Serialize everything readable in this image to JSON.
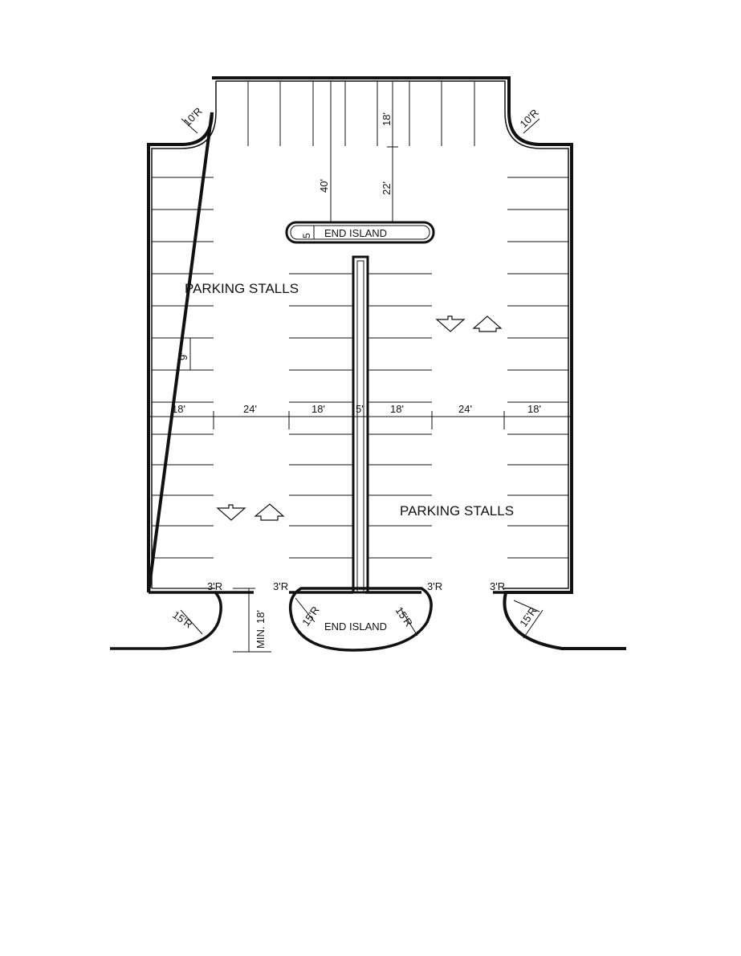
{
  "labels": {
    "parking_stalls_left": "PARKING STALLS",
    "parking_stalls_right": "PARKING STALLS",
    "end_island_top": "END ISLAND",
    "end_island_bottom": "END ISLAND"
  },
  "dimensions": {
    "radius_top_left": "10'R",
    "radius_top_right": "10'R",
    "stall_length_top": "18'",
    "depth_40": "40'",
    "aisle_22": "22'",
    "island_width_5": "5",
    "stall_width_9": "9'",
    "row_18a": "18'",
    "row_24a": "24'",
    "row_18b": "18'",
    "row_5": "5'",
    "row_18c": "18'",
    "row_24b": "24'",
    "row_18d": "18'",
    "corner_3r_1": "3'R",
    "corner_3r_2": "3'R",
    "corner_3r_3": "3'R",
    "corner_3r_4": "3'R",
    "radius_15_1": "15'R",
    "radius_15_2": "15'R",
    "radius_15_3": "15'R",
    "radius_15_4": "15'R",
    "min_18": "MIN. 18'"
  }
}
